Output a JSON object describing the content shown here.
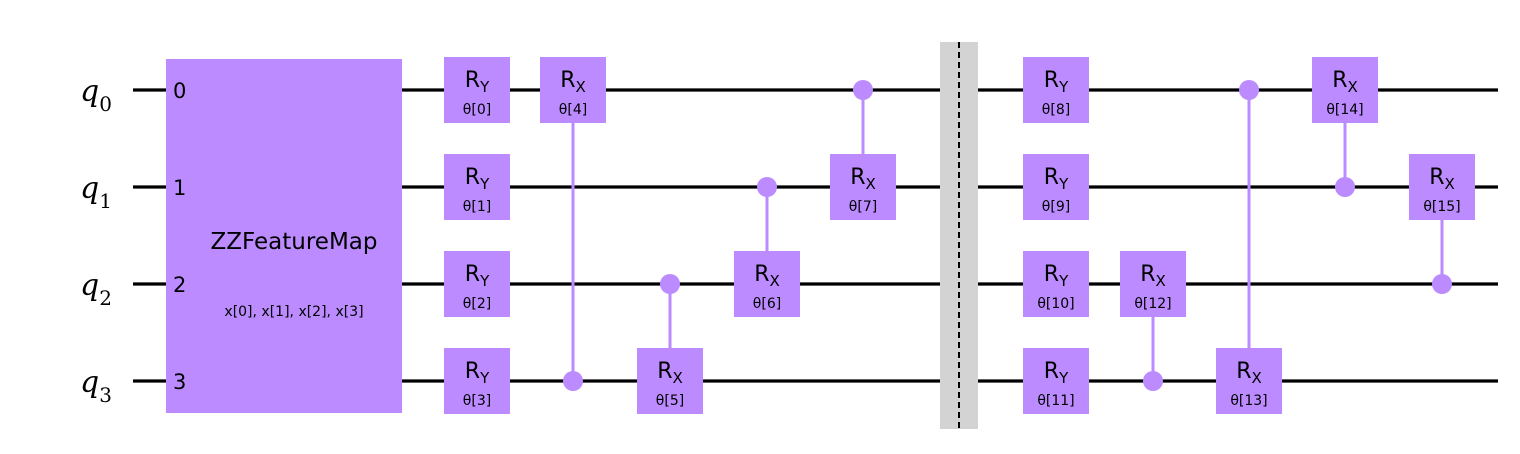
{
  "colors": {
    "gate_fill": "#bb8bff",
    "wire": "#000000",
    "barrier_fill": "#d3d3d3"
  },
  "qubits": [
    {
      "label": "q",
      "index": "0"
    },
    {
      "label": "q",
      "index": "1"
    },
    {
      "label": "q",
      "index": "2"
    },
    {
      "label": "q",
      "index": "3"
    }
  ],
  "feature_map": {
    "title": "ZZFeatureMap",
    "params": "x[0], x[1], x[2], x[3]",
    "ports": [
      "0",
      "1",
      "2",
      "3"
    ]
  },
  "gates": [
    {
      "name": "R",
      "sub": "Y",
      "param": "θ[0]",
      "qubit": 0,
      "col": 0
    },
    {
      "name": "R",
      "sub": "Y",
      "param": "θ[1]",
      "qubit": 1,
      "col": 0
    },
    {
      "name": "R",
      "sub": "Y",
      "param": "θ[2]",
      "qubit": 2,
      "col": 0
    },
    {
      "name": "R",
      "sub": "Y",
      "param": "θ[3]",
      "qubit": 3,
      "col": 0
    },
    {
      "name": "R",
      "sub": "X",
      "param": "θ[4]",
      "qubit": 0,
      "col": 1,
      "control": 3
    },
    {
      "name": "R",
      "sub": "X",
      "param": "θ[5]",
      "qubit": 3,
      "col": 2,
      "control": 2
    },
    {
      "name": "R",
      "sub": "X",
      "param": "θ[6]",
      "qubit": 2,
      "col": 3,
      "control": 1
    },
    {
      "name": "R",
      "sub": "X",
      "param": "θ[7]",
      "qubit": 1,
      "col": 4,
      "control": 0
    },
    {
      "name": "R",
      "sub": "Y",
      "param": "θ[8]",
      "qubit": 0,
      "col": 6
    },
    {
      "name": "R",
      "sub": "Y",
      "param": "θ[9]",
      "qubit": 1,
      "col": 6
    },
    {
      "name": "R",
      "sub": "Y",
      "param": "θ[10]",
      "qubit": 2,
      "col": 6
    },
    {
      "name": "R",
      "sub": "Y",
      "param": "θ[11]",
      "qubit": 3,
      "col": 6
    },
    {
      "name": "R",
      "sub": "X",
      "param": "θ[12]",
      "qubit": 2,
      "col": 7,
      "control": 3
    },
    {
      "name": "R",
      "sub": "X",
      "param": "θ[13]",
      "qubit": 3,
      "col": 8,
      "control": 0
    },
    {
      "name": "R",
      "sub": "X",
      "param": "θ[14]",
      "qubit": 0,
      "col": 9,
      "control": 1
    },
    {
      "name": "R",
      "sub": "X",
      "param": "θ[15]",
      "qubit": 1,
      "col": 10,
      "control": 2
    }
  ],
  "barrier": {
    "col": 5
  }
}
